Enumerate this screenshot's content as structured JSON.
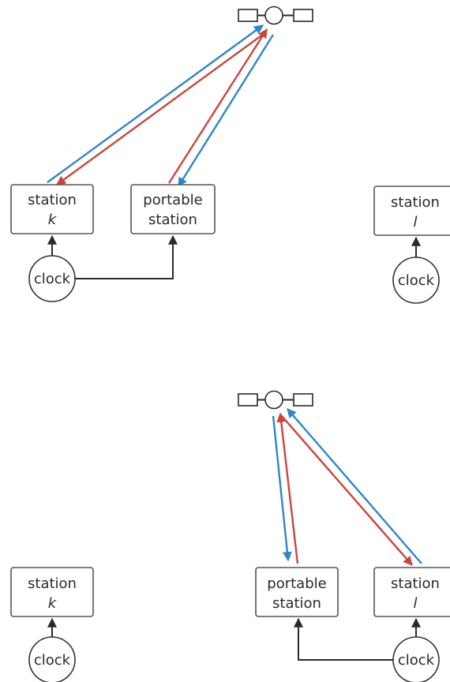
{
  "colors": {
    "blue_signal": "#2E86C8",
    "red_signal": "#C9473A",
    "connector": "#2a2a2a"
  },
  "icons": {
    "satellite": "satellite-icon"
  },
  "top_panel": {
    "station_k": {
      "line1": "station",
      "line2": "k"
    },
    "portable": {
      "line1": "portable",
      "line2": "station"
    },
    "station_l": {
      "line1": "station",
      "line2": "l"
    },
    "clock_k": "clock",
    "clock_l": "clock"
  },
  "bottom_panel": {
    "station_k": {
      "line1": "station",
      "line2": "k"
    },
    "portable": {
      "line1": "portable",
      "line2": "station"
    },
    "station_l": {
      "line1": "station",
      "line2": "l"
    },
    "clock_k": "clock",
    "clock_l": "clock"
  }
}
